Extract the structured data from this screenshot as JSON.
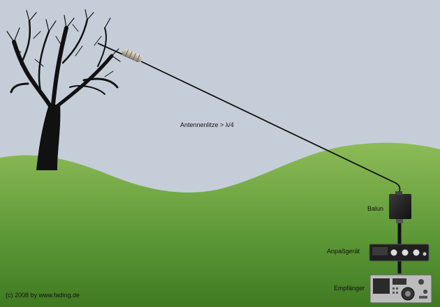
{
  "labels": {
    "wire": "Antennenlitze > λ/4",
    "balun": "Balun",
    "tuner": "Anpaßgerät",
    "receiver": "Empfänger",
    "copyright": "(c) 2008 by www.fading.de"
  },
  "icons": {
    "tree": "tree-icon",
    "insulator": "insulator-icon",
    "balun": "balun-box-icon",
    "tuner": "antenna-tuner-icon",
    "receiver": "radio-receiver-icon"
  },
  "colors": {
    "sky": "#c5ced8",
    "hill_light": "#8dbb57",
    "hill_dark": "#3f7a22",
    "wire": "#111111"
  }
}
